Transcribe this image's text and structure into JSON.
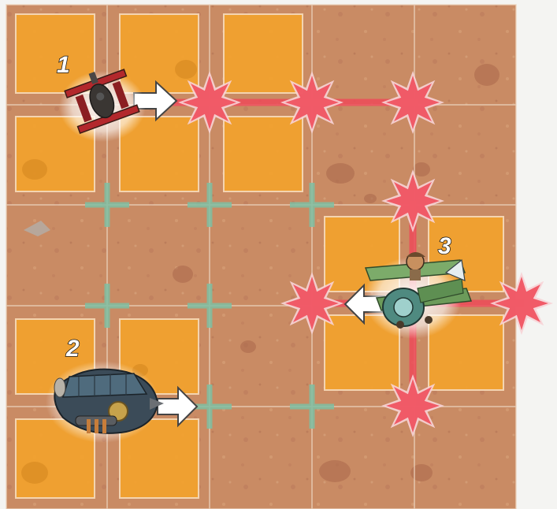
{
  "board": {
    "rows": 5,
    "cols": 5,
    "colors": {
      "sand": "#c98a63",
      "grid_line": "#e9c6a6",
      "orange_tile": "#f2a22f",
      "teal_cross": "#7fbfa3",
      "red_burst": "#f0505e",
      "red_line": "#ee4b59",
      "arrow": "#ffffff"
    }
  },
  "units": [
    {
      "id": "unit-1",
      "label": "1",
      "icon": "red-biplane-icon"
    },
    {
      "id": "unit-2",
      "label": "2",
      "icon": "armored-zeppelin-icon"
    },
    {
      "id": "unit-3",
      "label": "3",
      "icon": "green-biplane-icon"
    }
  ]
}
